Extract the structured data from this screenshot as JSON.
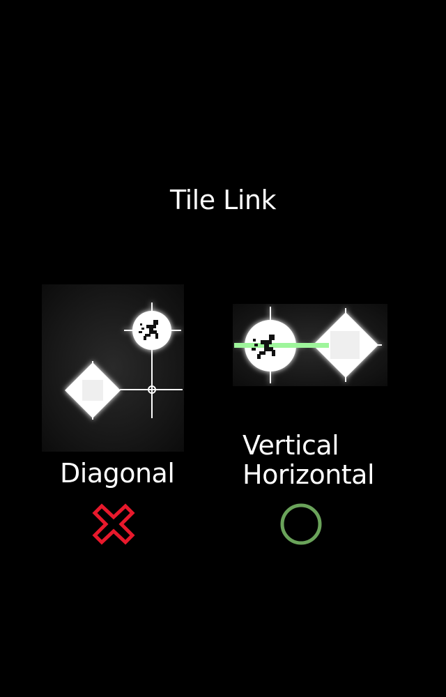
{
  "title": "Tile Link",
  "examples": [
    {
      "caption": "Diagonal",
      "result_icon": "cross-icon",
      "result_color": "#e8192c"
    },
    {
      "caption_line1": "Vertical",
      "caption_line2": "Horizontal",
      "result_icon": "circle-icon",
      "result_color": "#6aa35a",
      "link_color": "#9ef59b"
    }
  ]
}
